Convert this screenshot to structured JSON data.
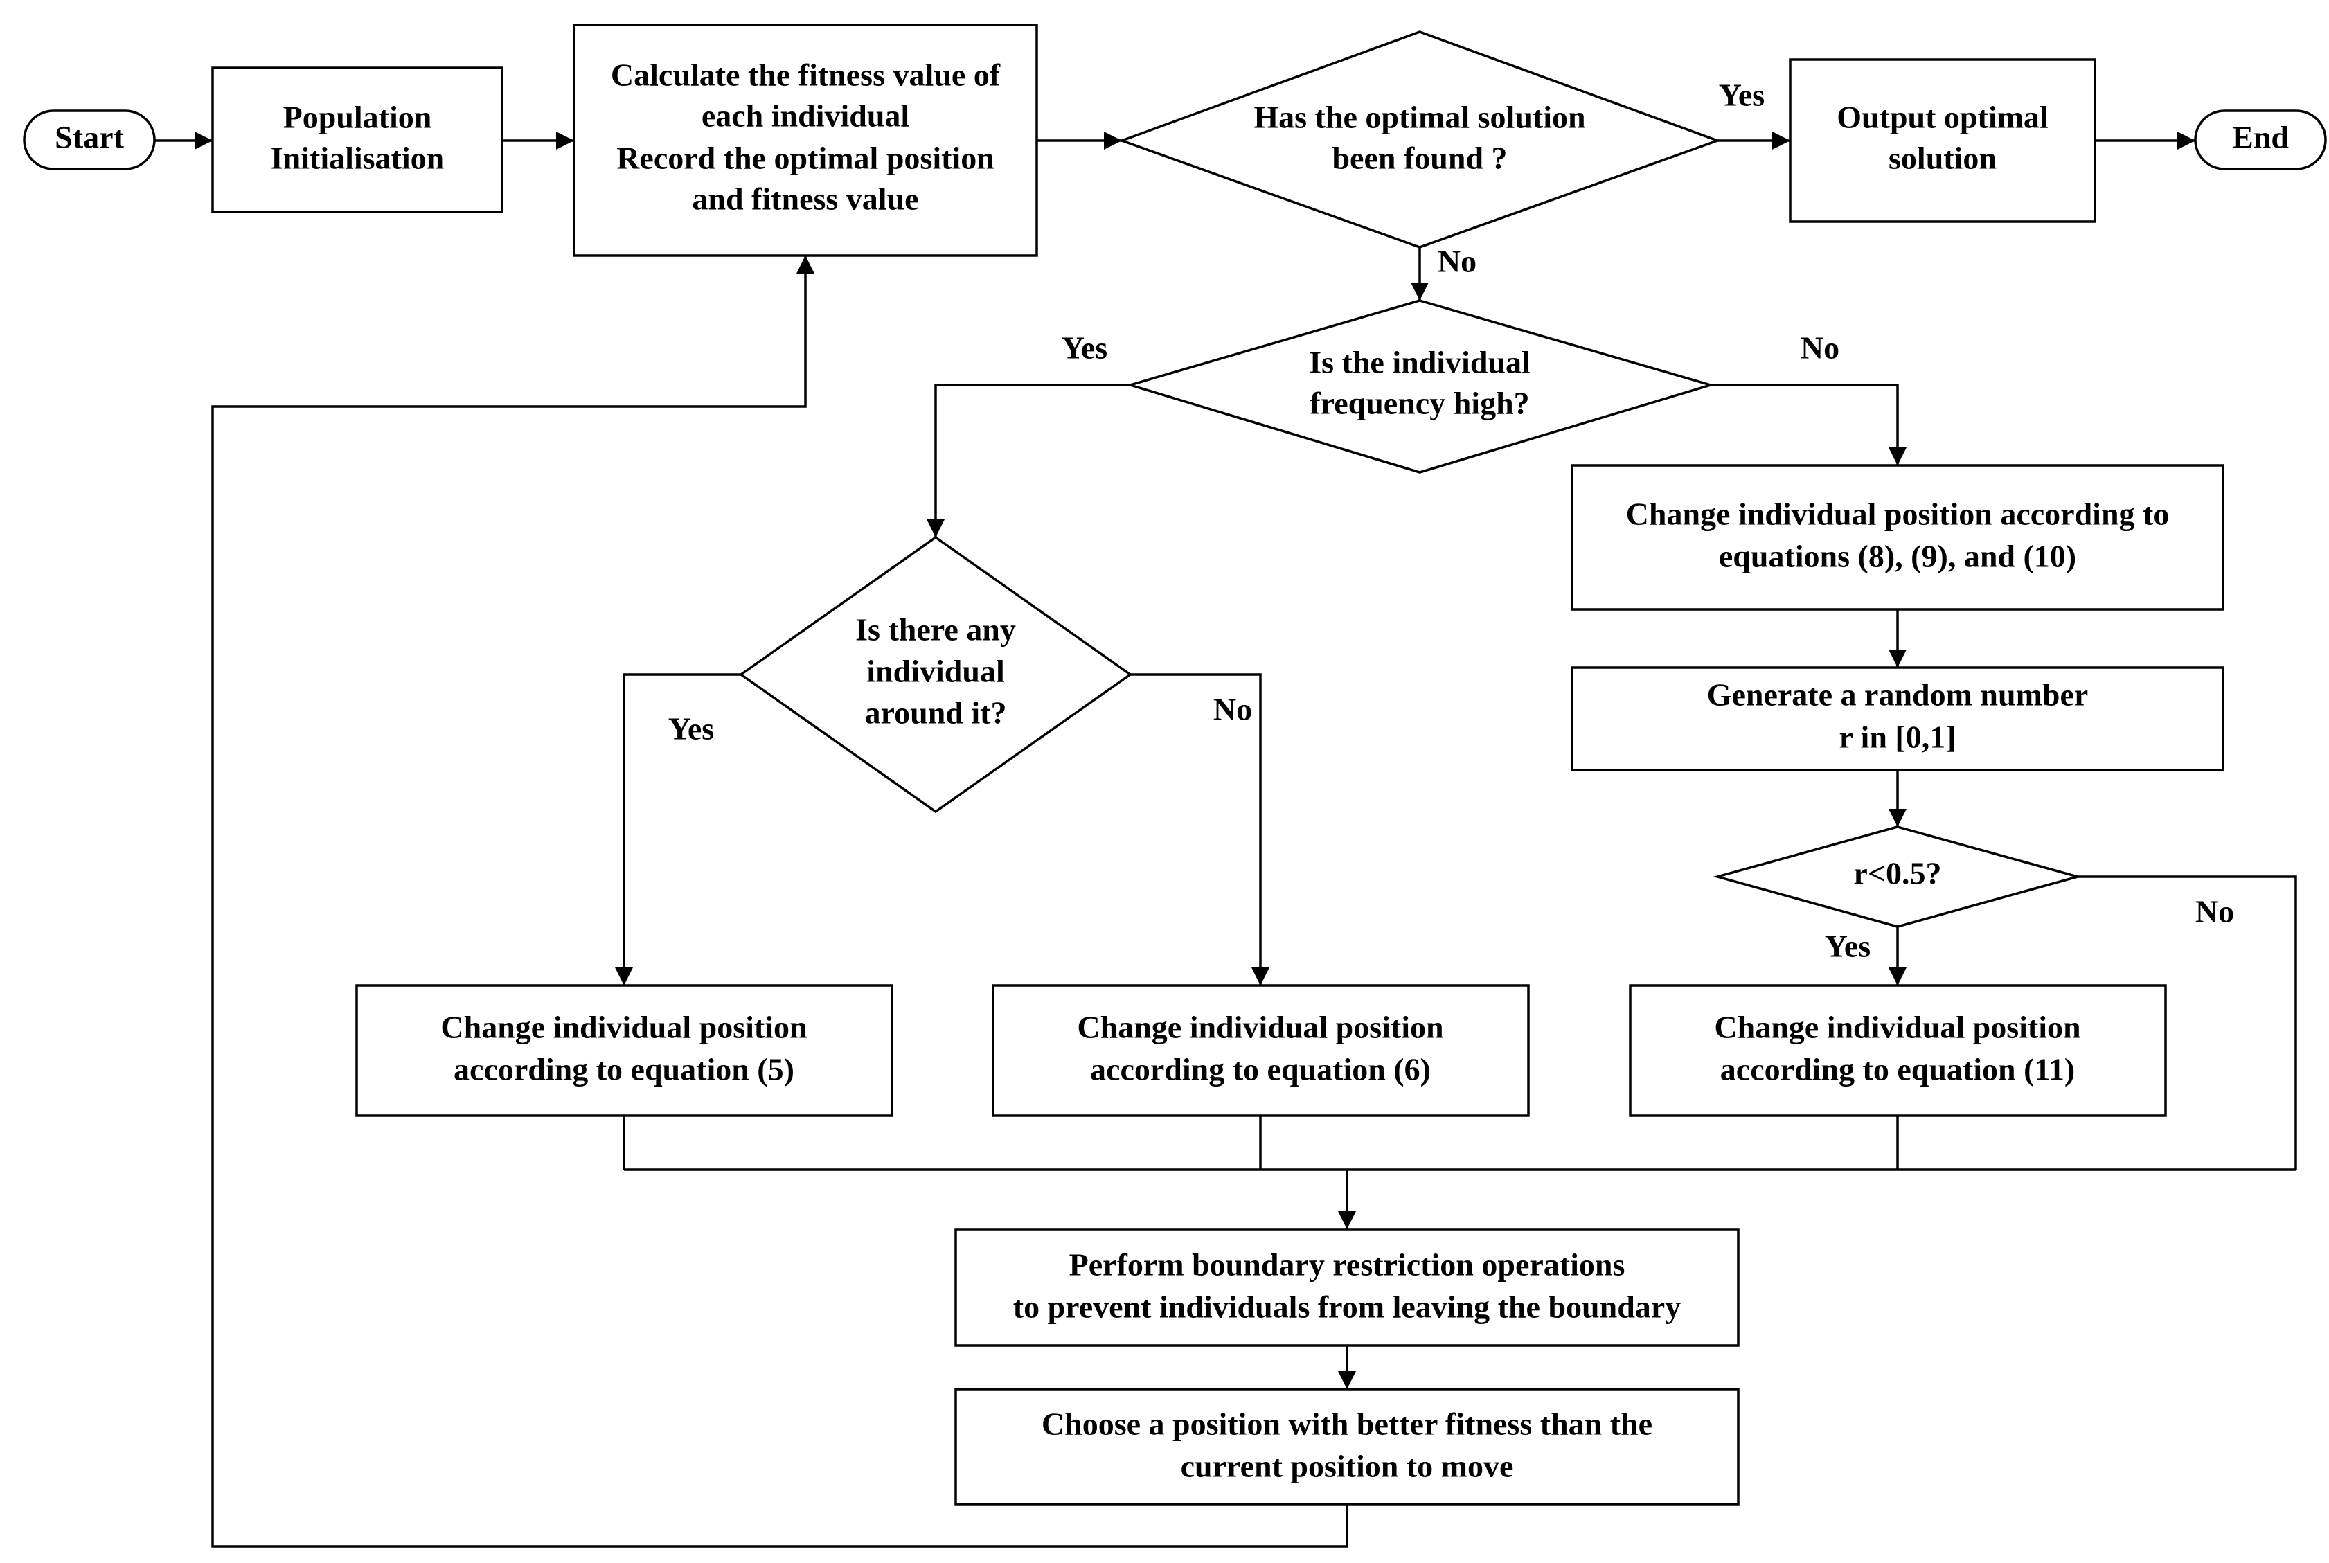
{
  "nodes": {
    "start": "Start",
    "init": [
      "Population",
      "Initialisation"
    ],
    "fitness": [
      "Calculate the fitness value of",
      "each individual",
      "Record the optimal position",
      "and fitness value"
    ],
    "optimal_found": [
      "Has the optimal solution",
      "been found ?"
    ],
    "output": [
      "Output optimal",
      "solution"
    ],
    "end": "End",
    "freq_high": [
      "Is the individual",
      "frequency high?"
    ],
    "around": [
      "Is there any",
      "individual",
      "around it?"
    ],
    "eq8910": [
      "Change individual position according to",
      "equations (8), (9), and (10)"
    ],
    "random": [
      "Generate a random number",
      "r in [0,1]"
    ],
    "r_check": "r<0.5?",
    "eq5": [
      "Change individual position",
      "according to equation (5)"
    ],
    "eq6": [
      "Change individual position",
      "according to equation (6)"
    ],
    "eq11": [
      "Change individual position",
      "according to equation (11)"
    ],
    "boundary": [
      "Perform boundary restriction operations",
      "to prevent individuals from leaving the boundary"
    ],
    "choose": [
      "Choose a position with better fitness than the",
      "current position to move"
    ]
  },
  "edge_labels": {
    "optimal_yes": "Yes",
    "optimal_no": "No",
    "freq_yes": "Yes",
    "freq_no": "No",
    "around_yes": "Yes",
    "around_no": "No",
    "r_yes": "Yes",
    "r_no": "No"
  }
}
